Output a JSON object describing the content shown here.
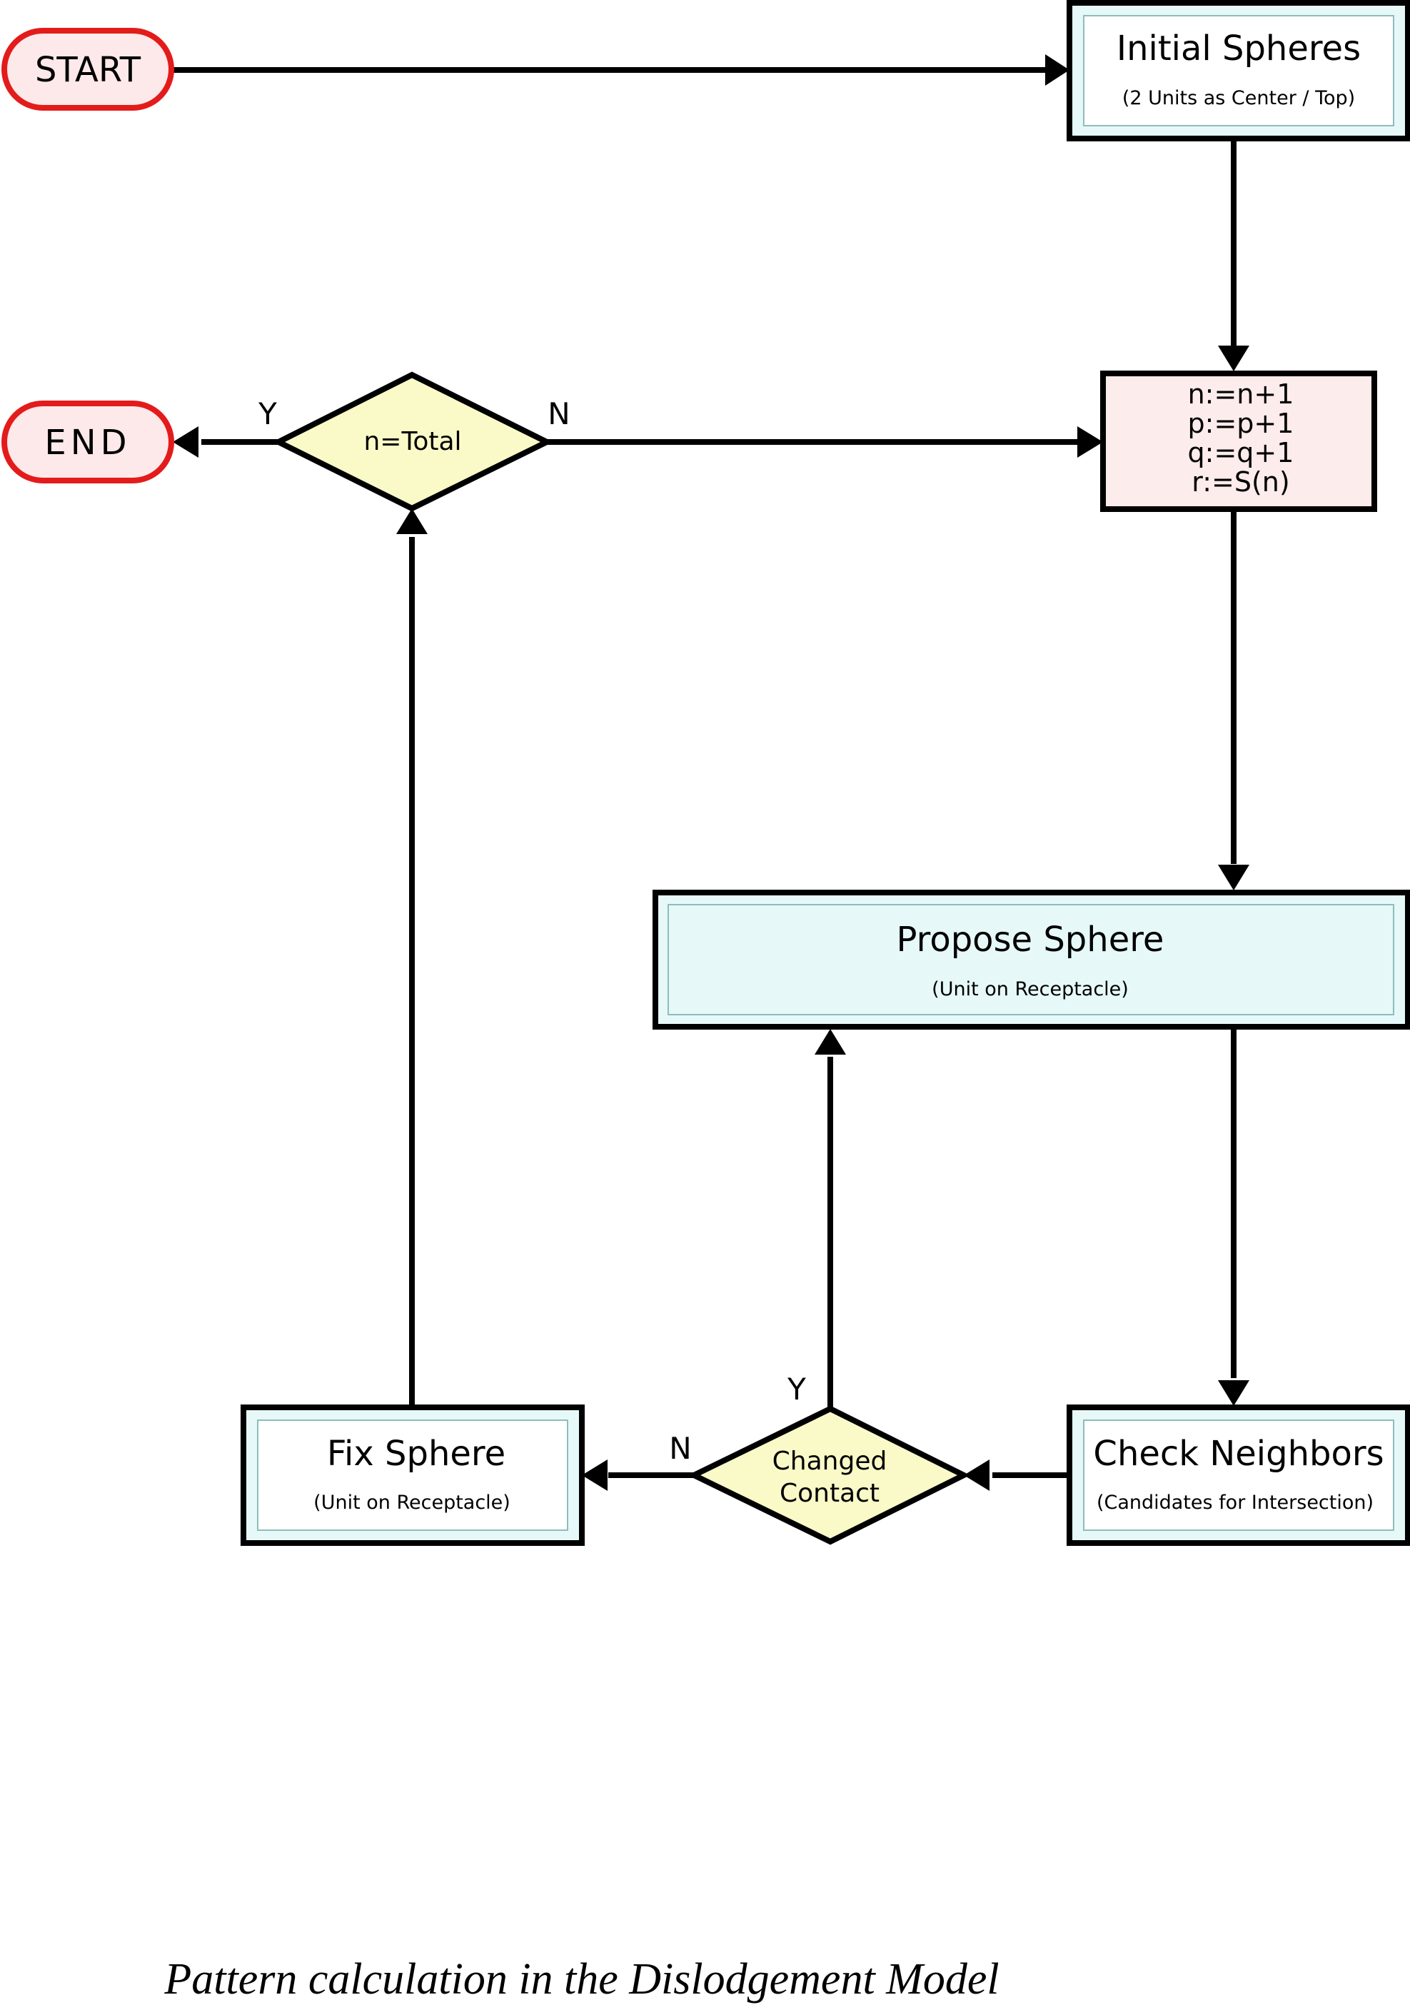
{
  "nodes": {
    "start": {
      "label": "START"
    },
    "end": {
      "label": "END"
    },
    "initial": {
      "title": "Initial Spheres",
      "subtitle": "(2 Units as Center / Top)"
    },
    "increment": {
      "lines": [
        "n:=n+1",
        "p:=p+1",
        "q:=q+1",
        "r:=S(n)"
      ]
    },
    "decision_total": {
      "label": "n=Total",
      "yes_label": "Y",
      "no_label": "N"
    },
    "propose": {
      "title": "Propose Sphere",
      "subtitle": "(Unit on Receptacle)"
    },
    "check": {
      "title": "Check Neighbors",
      "subtitle": "(Candidates for Intersection)"
    },
    "decision_contact": {
      "line1": "Changed",
      "line2": "Contact",
      "yes_label": "Y",
      "no_label": "N"
    },
    "fix": {
      "title": "Fix Sphere",
      "subtitle": "(Unit on Receptacle)"
    }
  },
  "caption": "Pattern calculation in the Dislodgement Model",
  "colors": {
    "terminal_stroke": "#e41b1b",
    "terminal_fill": "#fde9e9",
    "process_fill": "#e6f8f8",
    "process_inner_stroke": "#8fbcbc",
    "increment_fill": "#fdecec",
    "decision_fill": "#fafac8",
    "line": "#000000"
  }
}
